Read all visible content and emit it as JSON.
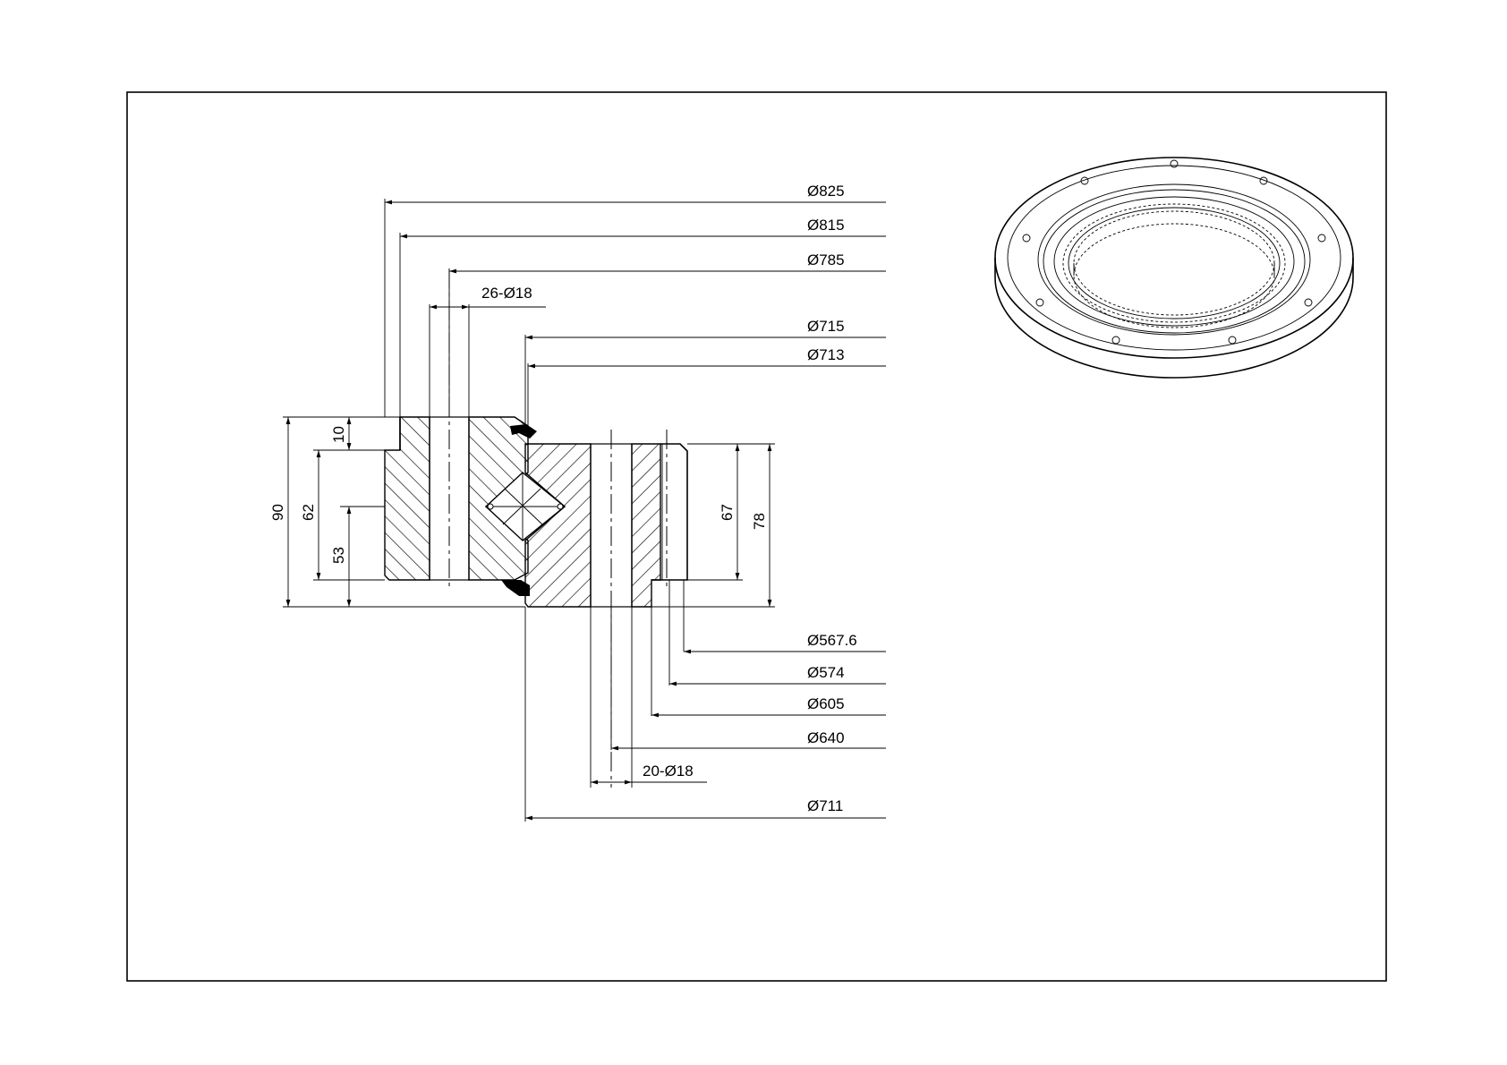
{
  "drawing": {
    "diameters_top": [
      {
        "id": "d825",
        "label": "Ø825"
      },
      {
        "id": "d815",
        "label": "Ø815"
      },
      {
        "id": "d785",
        "label": "Ø785"
      },
      {
        "id": "d715",
        "label": "Ø715"
      },
      {
        "id": "d713",
        "label": "Ø713"
      }
    ],
    "holes_outer": "26-Ø18",
    "diameters_bottom": [
      {
        "id": "d5676",
        "label": "Ø567.6"
      },
      {
        "id": "d574",
        "label": "Ø574"
      },
      {
        "id": "d605",
        "label": "Ø605"
      },
      {
        "id": "d640",
        "label": "Ø640"
      },
      {
        "id": "d711",
        "label": "Ø711"
      }
    ],
    "holes_inner": "20-Ø18",
    "heights": {
      "h10": "10",
      "h90": "90",
      "h62": "62",
      "h53": "53",
      "h67": "67",
      "h78": "78"
    }
  },
  "colors": {
    "ink": "#000000",
    "paper": "#ffffff"
  }
}
